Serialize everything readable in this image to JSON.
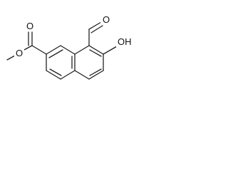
{
  "structure": {
    "atoms": [
      {
        "id": "o-carbonyl-ester",
        "label": "O"
      },
      {
        "id": "o-methoxy",
        "label": "O"
      },
      {
        "id": "o-aldehyde",
        "label": "O"
      },
      {
        "id": "hydroxyl",
        "label": "OH"
      }
    ]
  },
  "colors": {
    "bond": "#222222",
    "text": "#111111",
    "background": "#ffffff"
  }
}
